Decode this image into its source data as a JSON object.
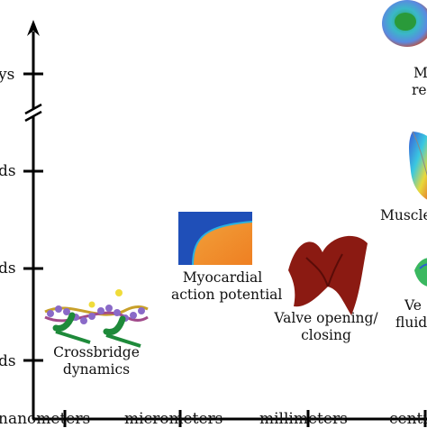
{
  "y_axis_labels": {
    "top": "ys",
    "upper_middle": "ds",
    "lower_middle": "ds",
    "bottom": "ds"
  },
  "x_axis_labels": [
    "nanometers",
    "micrometers",
    "millimeters",
    "centi"
  ],
  "captions": {
    "crossbridge": [
      "Crossbridge",
      "dynamics"
    ],
    "myocardial": [
      "Myocardial",
      "action potential"
    ],
    "valve": [
      "Valve opening/",
      "closing"
    ],
    "muscle": "Muscle",
    "right_top": [
      "M",
      "re"
    ],
    "right_bottom": [
      "Ve",
      "fluid"
    ]
  },
  "colors": {
    "axis": "#000000",
    "valve": "#8b1a12",
    "myo_blue": "#1f4fb8",
    "myo_orange": "#f08a2a",
    "fiber_green": "#1e8a3a"
  }
}
